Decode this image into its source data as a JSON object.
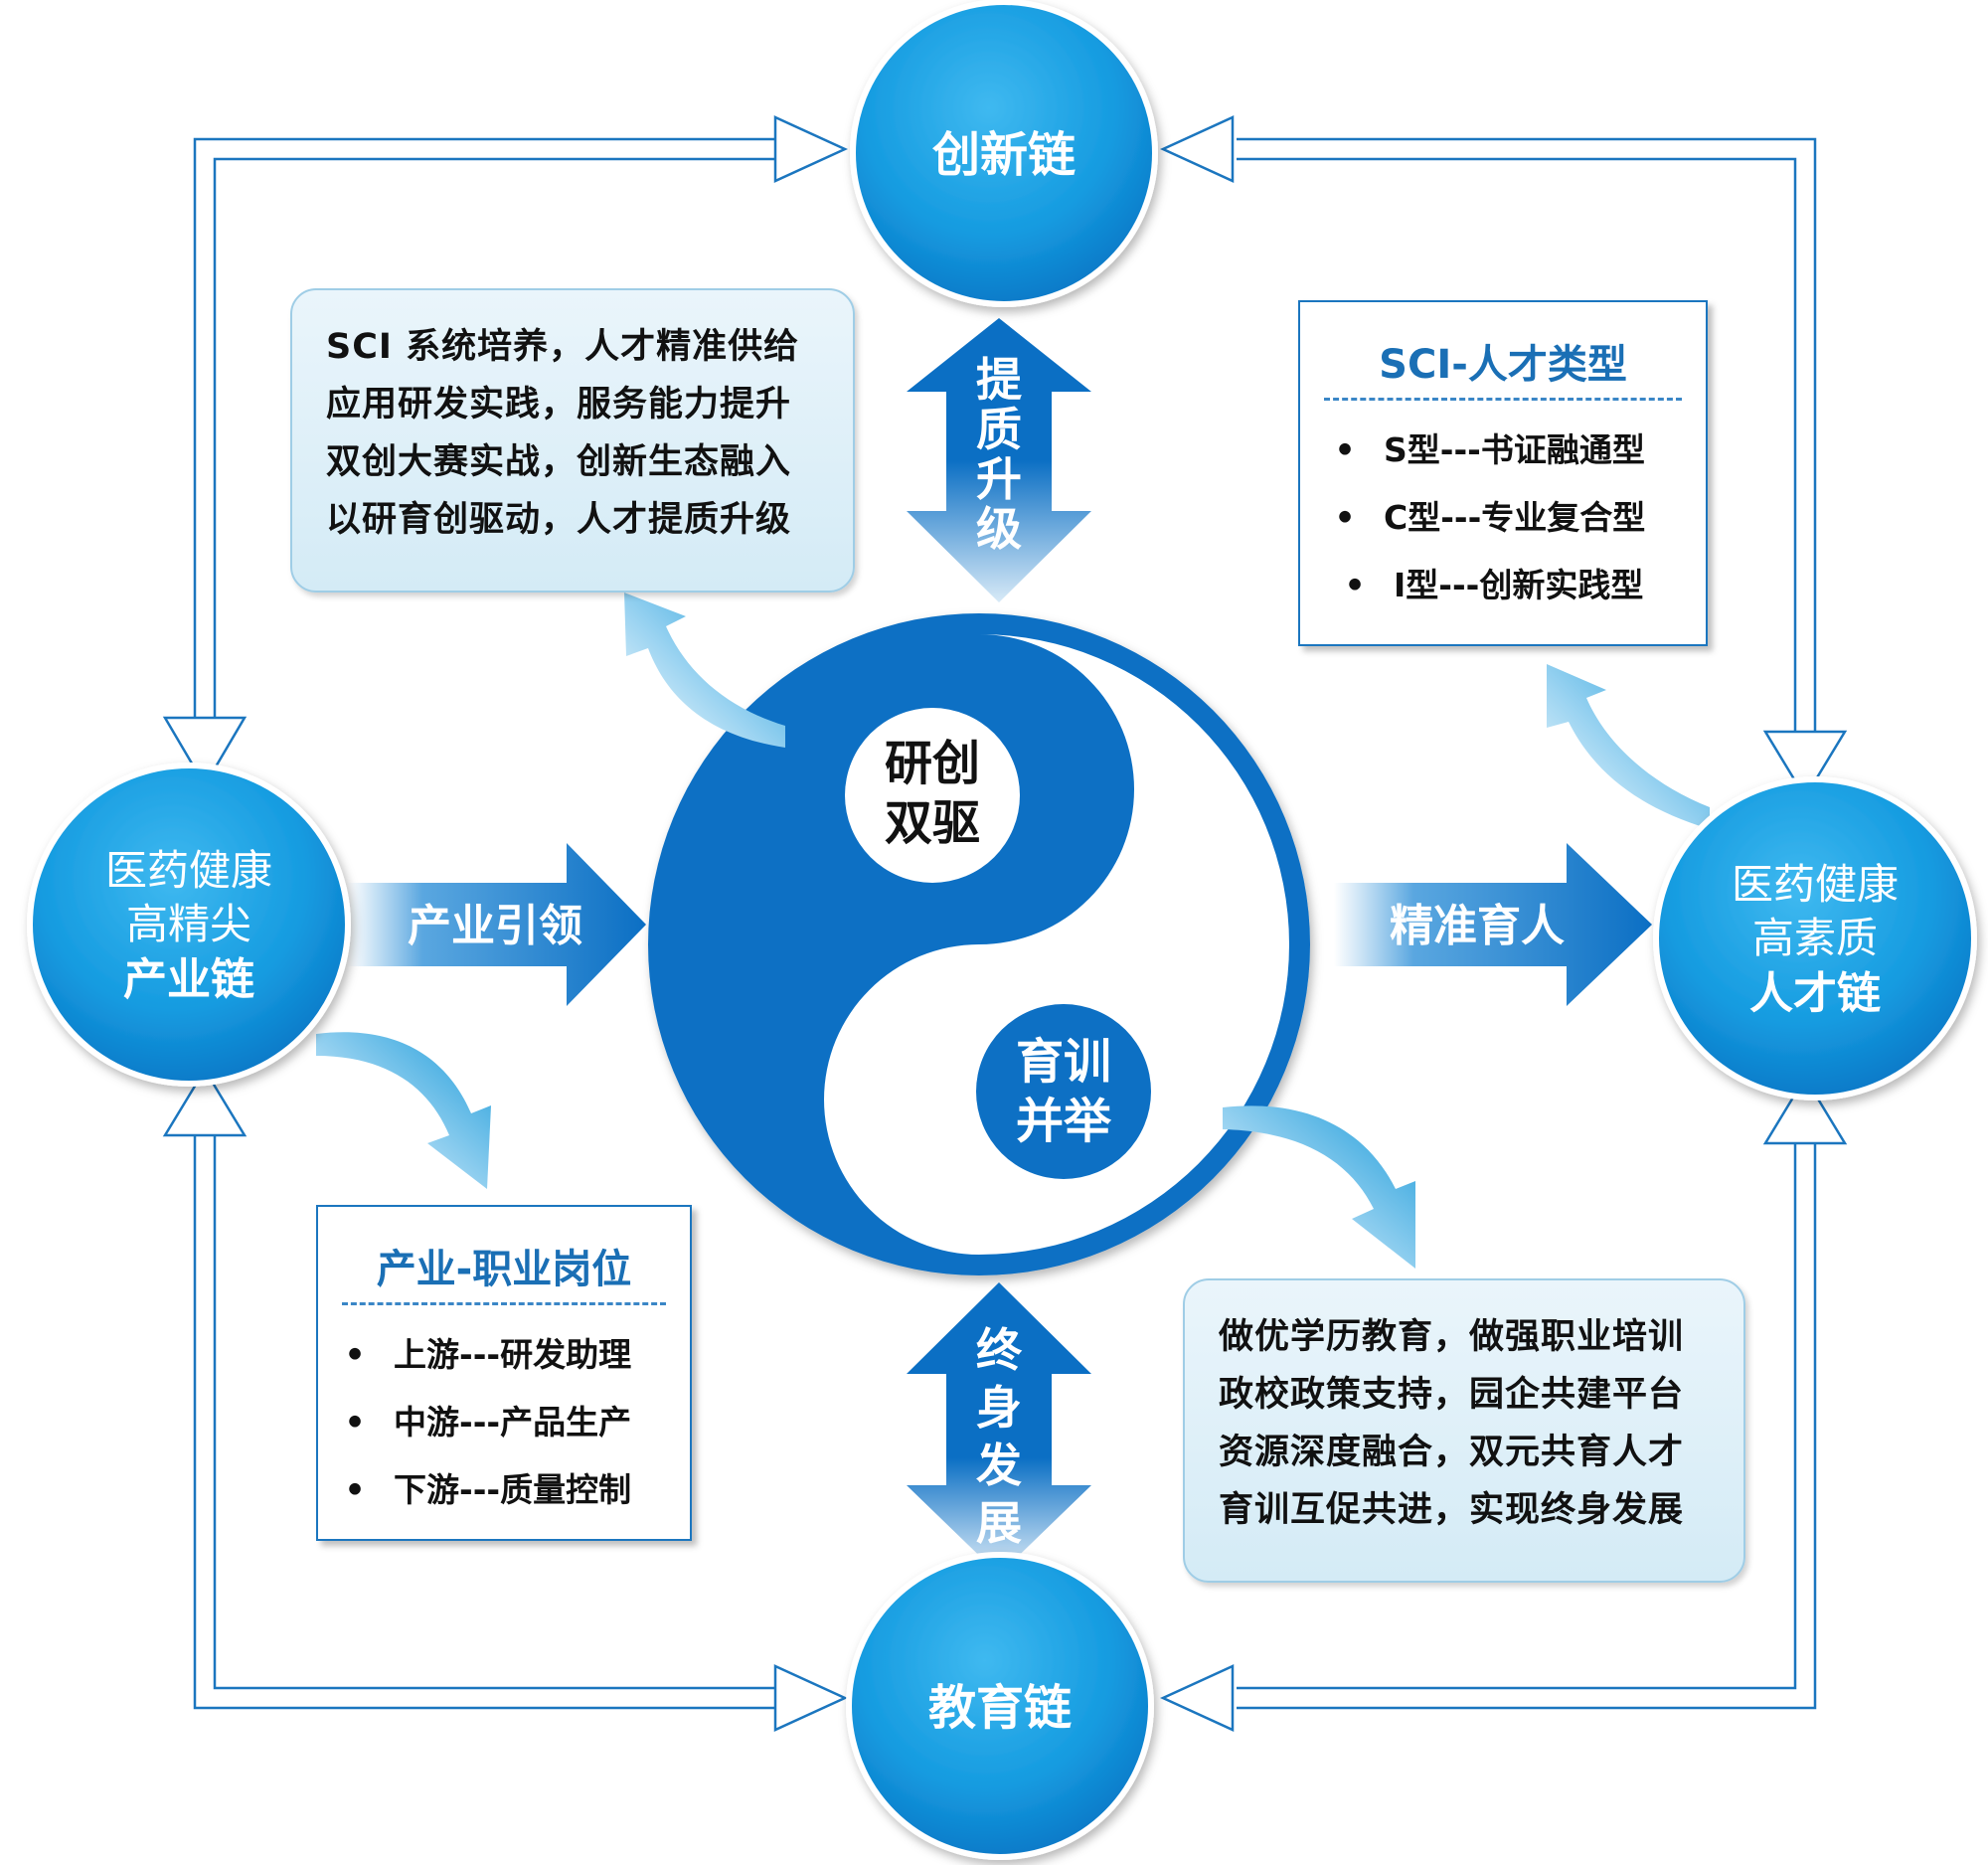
{
  "nodes": {
    "top": "创新链",
    "bottom": "教育链",
    "left": {
      "line1": "医药健康",
      "line2": "高精尖",
      "line3": "产业链"
    },
    "right": {
      "line1": "医药健康",
      "line2": "高素质",
      "line3": "人才链"
    }
  },
  "center": {
    "upper": [
      "研创",
      "双驱"
    ],
    "lower": [
      "育训",
      "并举"
    ]
  },
  "flows": {
    "left_to_center": "产业引领",
    "center_to_right": "精准育人",
    "top_vertical": [
      "提",
      "质",
      "升",
      "级"
    ],
    "bottom_vertical": [
      "终",
      "身",
      "发",
      "展"
    ]
  },
  "boxes": {
    "top_left": [
      "SCI 系统培养，人才精准供给",
      "应用研发实践，服务能力提升",
      "双创大赛实战，创新生态融入",
      "以研育创驱动，人才提质升级"
    ],
    "bottom_right": [
      "做优学历教育，做强职业培训",
      "政校政策支持，园企共建平台",
      "资源深度融合，双元共育人才",
      "育训互促共进，实现终身发展"
    ],
    "top_right": {
      "title": "SCI-人才类型",
      "items": [
        "S型---书证融通型",
        "C型---专业复合型",
        "I型---创新实践型"
      ]
    },
    "bottom_left": {
      "title": "产业-职业岗位",
      "items": [
        "上游---研发助理",
        "中游---产品生产",
        "下游---质量控制"
      ]
    }
  },
  "bullet": "•",
  "colors": {
    "primary": "#0b6fc4",
    "accent": "#23a4e0",
    "dark": "#0a5aa6",
    "outline": "#1b76bf"
  }
}
